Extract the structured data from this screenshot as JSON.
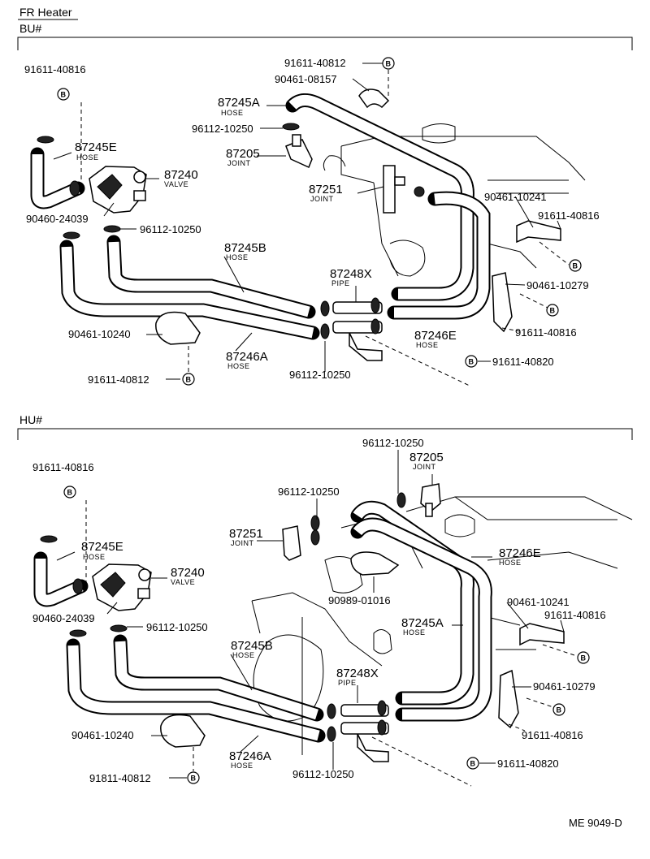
{
  "header": {
    "title": "FR Heater",
    "section_bu": "BU#",
    "section_hu": "HU#",
    "figure_code": "ME 9049-D"
  },
  "bu": {
    "p_91611_40816_a": "91611-40816",
    "p_91611_40812_top": "91611-40812",
    "p_90461_08157": "90461-08157",
    "p_87245A": "87245A",
    "p_87245A_sub": "HOSE",
    "p_96112_10250_top": "96112-10250",
    "p_87205": "87205",
    "p_87205_sub": "JOINT",
    "p_87245E": "87245E",
    "p_87245E_sub": "HOSE",
    "p_87240": "87240",
    "p_87240_sub": "VALVE",
    "p_87251": "87251",
    "p_87251_sub": "JOINT",
    "p_90460_24039": "90460-24039",
    "p_96112_10250_mid": "96112-10250",
    "p_90461_10241": "90461-10241",
    "p_91611_40816_b": "91611-40816",
    "p_87245B": "87245B",
    "p_87245B_sub": "HOSE",
    "p_87248X": "87248X",
    "p_87248X_sub": "PIPE",
    "p_90461_10279": "90461-10279",
    "p_91611_40816_c": "91611-40816",
    "p_90461_10240": "90461-10240",
    "p_87246E": "87246E",
    "p_87246E_sub": "HOSE",
    "p_87246A": "87246A",
    "p_87246A_sub": "HOSE",
    "p_91611_40820": "91611-40820",
    "p_91611_40812_bot": "91611-40812",
    "p_96112_10250_bot": "96112-10250"
  },
  "hu": {
    "p_96112_10250_top": "96112-10250",
    "p_87205": "87205",
    "p_87205_sub": "JOINT",
    "p_91611_40816_a": "91611-40816",
    "p_96112_10250_mid": "96112-10250",
    "p_87251": "87251",
    "p_87251_sub": "JOINT",
    "p_87245E": "87245E",
    "p_87245E_sub": "HOSE",
    "p_87246E": "87246E",
    "p_87246E_sub": "HOSE",
    "p_87240": "87240",
    "p_87240_sub": "VALVE",
    "p_90989_01016": "90989-01016",
    "p_90460_24039": "90460-24039",
    "p_90461_10241": "90461-10241",
    "p_91611_40816_b": "91611-40816",
    "p_87245A": "87245A",
    "p_87245A_sub": "HOSE",
    "p_96112_10250_v": "96112-10250",
    "p_87245B": "87245B",
    "p_87245B_sub": "HOSE",
    "p_87248X": "87248X",
    "p_87248X_sub": "PIPE",
    "p_90461_10279": "90461-10279",
    "p_91611_40816_c": "91611-40816",
    "p_90461_10240": "90461-10240",
    "p_87246A": "87246A",
    "p_87246A_sub": "HOSE",
    "p_91611_40820": "91611-40820",
    "p_91811_40812": "91811-40812",
    "p_96112_10250_bot": "96112-10250"
  },
  "markers": {
    "b": "B"
  }
}
